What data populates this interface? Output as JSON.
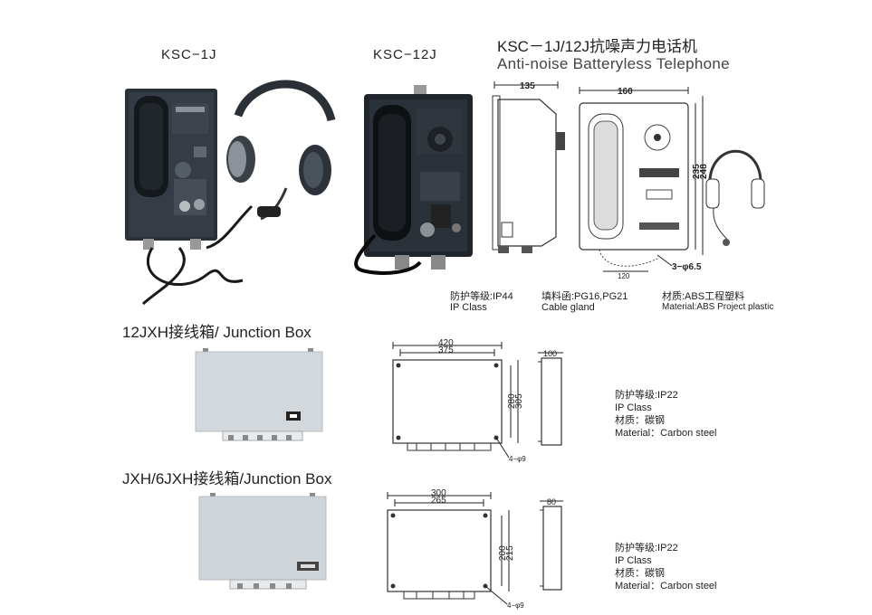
{
  "phones": {
    "model_1j": "KSC−1J",
    "model_12j": "KSC−12J",
    "title_cn": "KSC－1J/12J抗噪声力电话机",
    "title_en": "Anti-noise Batteryless Telephone",
    "dims": {
      "depth": "135",
      "width": "160",
      "h1": "235",
      "h2": "248",
      "hole": "3−φ6.5",
      "bottom": "120"
    },
    "specs": [
      {
        "cn": "防护等级:IP44",
        "en": "IP Class"
      },
      {
        "cn": "填料函:PG16,PG21",
        "en": "Cable gland"
      },
      {
        "cn": "材质:ABS工程塑料",
        "en": "Material:ABS Project plastic"
      }
    ]
  },
  "box12": {
    "title": "12JXH接线箱/ Junction Box",
    "dims": {
      "w_outer": "420",
      "w_inner": "375",
      "h_inner": "280",
      "h_outer": "305",
      "depth": "100",
      "hole": "4−φ9"
    },
    "specs": [
      "防护等级:IP22",
      "IP Class",
      "材质：碳钢",
      "Material：Carbon steel"
    ]
  },
  "box6": {
    "title": "JXH/6JXH接线箱/Junction Box",
    "dims": {
      "w_outer": "300",
      "w_inner": "265",
      "h_inner": "200",
      "h_outer": "215",
      "depth": "80",
      "hole": "4−φ9"
    },
    "specs": [
      "防护等级:IP22",
      "IP Class",
      "材质：碳钢",
      "Material：Carbon steel"
    ]
  }
}
